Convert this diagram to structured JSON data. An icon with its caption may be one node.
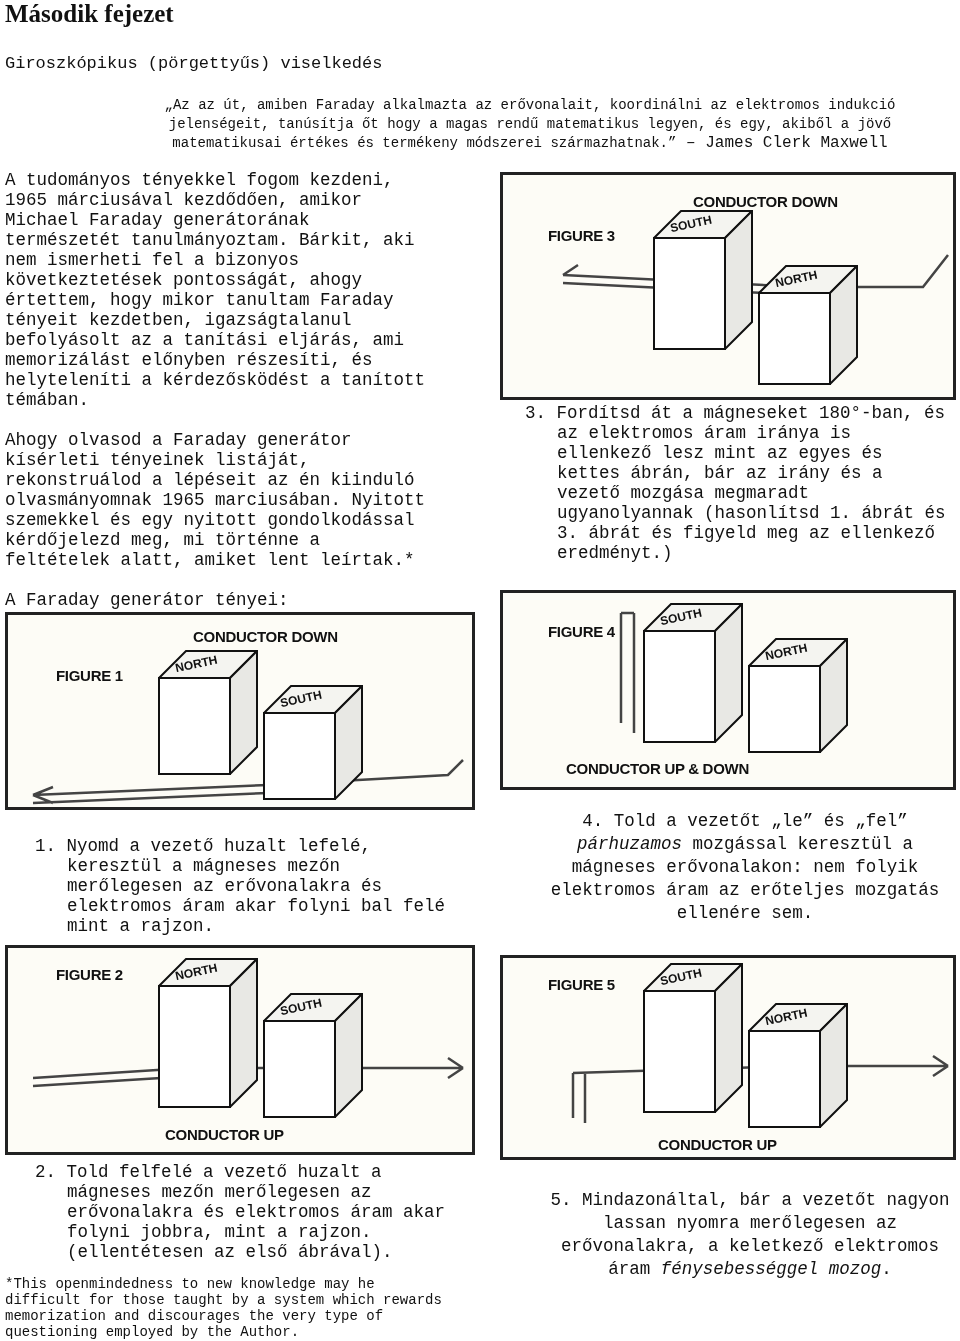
{
  "diagram": {
    "title": "Második fejezet",
    "nodes": [
      {
        "text": [
          "FIGURE 3",
          "CONDUCTOR DOWN"
        ]
      },
      {
        "text": [
          "SOUTH"
        ],
        "in": 0
      },
      {
        "text": [
          "NORTH"
        ],
        "in": 0
      },
      {
        "text": [
          "FIGURE 1",
          "CONDUCTOR DOWN"
        ]
      },
      {
        "text": [
          "NORTH"
        ],
        "in": 3
      },
      {
        "text": [
          "SOUTH"
        ],
        "in": 3
      },
      {
        "text": [
          "FIGURE 4",
          "CONDUCTOR UP & DOWN"
        ]
      },
      {
        "text": [
          "SOUTH"
        ],
        "in": 6
      },
      {
        "text": [
          "NORTH"
        ],
        "in": 6
      },
      {
        "text": [
          "FIGURE 2",
          "CONDUCTOR UP"
        ]
      },
      {
        "text": [
          "NORTH"
        ],
        "in": 9
      },
      {
        "text": [
          "SOUTH"
        ],
        "in": 9
      },
      {
        "text": [
          "FIGURE 5",
          "CONDUCTOR UP"
        ]
      },
      {
        "text": [
          "SOUTH"
        ],
        "in": 12
      },
      {
        "text": [
          "NORTH"
        ],
        "in": 12
      }
    ],
    "labels": [
      "Giroszkópikus (pörgettyűs) viselkedés",
      "„Az az út, amiben Faraday alkalmazta az erővonalait, koordinálni az elektromos indukció jelenségeit, tanúsítja őt hogy a magas rendű matematikus legyen, és egy, akiből a jövő matematikusai értékes és termékeny módszerei származhatnak.”",
      "– James Clerk Maxwell",
      "A tudományos tényekkel fogom kezdeni, 1965 márciusával kezdődően, amikor Michael Faraday generátorának természetét tanulmányoztam. Bárkit, aki nem ismerheti fel a bizonyos következtetések pontosságát, ahogy értettem, hogy mikor tanultam Faraday tényeit kezdetben, igazságtalanul befolyásolt az a tanítási eljárás, ami memorizálást előnyben részesíti, és helyteleníti a kérdezősködést a tanított témában.",
      "3. Fordítsd át a mágneseket 180°-ban, és az elektromos áram iránya is ellenkező lesz mint az egyes és kettes ábrán, bár az irány és a vezető mozgása megmaradt ugyanolyannak (hasonlítsd 1. ábrát és 3. ábrát és figyeld meg az ellenkező eredményt.)",
      "Ahogy olvasod a Faraday generátor kísérleti tényeinek listáját, rekonstruálod a lépéseit az én kiinduló olvasmányomnak 1965 marciusában. Nyitott szemekkel és egy nyitott gondolkodással kérdőjelezd meg, mi történne a feltételek alatt, amiket lent leírtak.*",
      "A Faraday generátor tényei:",
      "4. Told a vezetőt „le” és „fel” *párhuzamos* mozgással keresztül a mágneses erővonalakon: nem folyik elektromos áram az erőteljes mozgatás ellenére sem.",
      "1. Nyomd a vezető huzalt lefelé, keresztül a mágneses mezőn merőlegesen az erővonalakra és elektromos áram akar folyni bal felé mint a rajzon.",
      "2. Told felfelé a vezető huzalt a mágneses mezőn merőlegesen az erővonalakra és elektromos áram akar folyni jobbra, mint a rajzon. (ellentétesen az első ábrával).",
      "5. Mindazonáltal, bár a vezetőt nagyon lassan nyomra merőlegesen az erővonalakra, a keletkező elektromos áram *fénysebességgel mozog*.",
      "*This openmindedness to new knowledge may he difficult for those taught by a system which rewards memorization and discourages the very type of questioning employed by the Author."
    ]
  }
}
